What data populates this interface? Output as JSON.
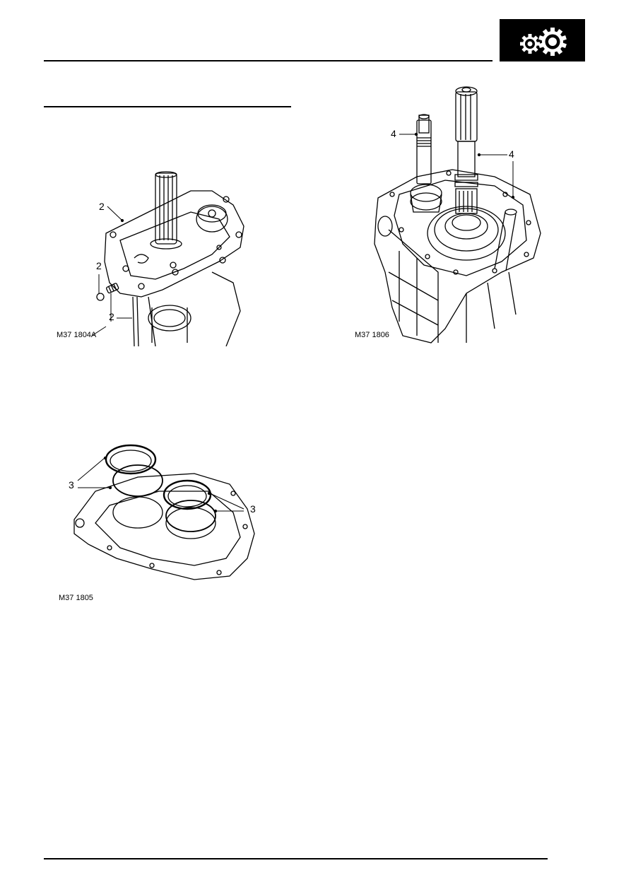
{
  "header": {
    "badge_icon": "gears-icon",
    "badge_bg": "#000000",
    "badge_fg": "#ffffff"
  },
  "figures": [
    {
      "id": "fig1",
      "caption": "M37 1804A",
      "callouts": [
        "2",
        "2",
        "2"
      ],
      "subject": "gearbox front cover with input shaft, detent spring and ball"
    },
    {
      "id": "fig2",
      "caption": "M37 1806",
      "callouts": [
        "4",
        "4"
      ],
      "subject": "gearbox casing with mainshaft, layshaft and selector rail"
    },
    {
      "id": "fig3",
      "caption": "M37 1805",
      "callouts": [
        "3",
        "3"
      ],
      "subject": "cover plate with bearing tracks and shims"
    }
  ]
}
